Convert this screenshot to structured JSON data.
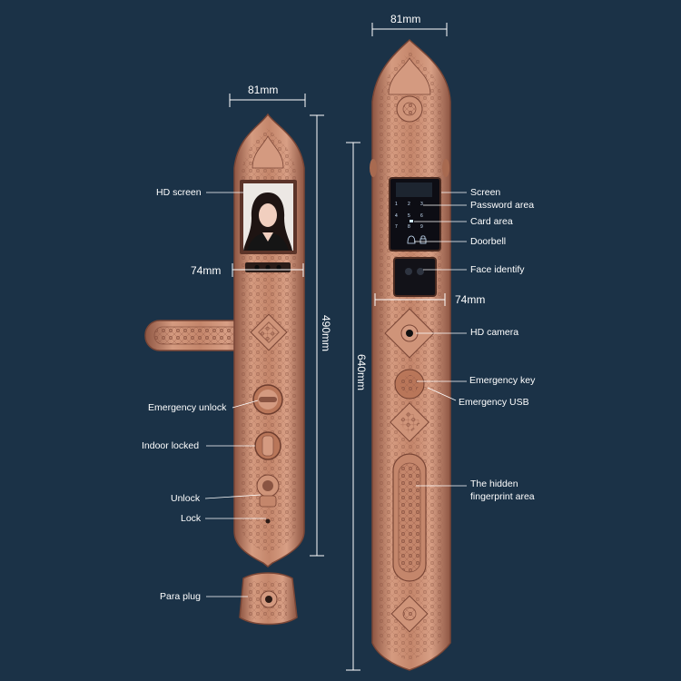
{
  "dimensions": {
    "small_width_top": "81mm",
    "small_width_mid": "74mm",
    "small_height": "490mm",
    "large_width_top": "81mm",
    "large_width_mid": "74mm",
    "large_height": "640mm"
  },
  "labels_small": {
    "hd_screen": "HD screen",
    "emergency_unlock": "Emergency unlock",
    "indoor_locked": "Indoor locked",
    "unlock": "Unlock",
    "lock": "Lock",
    "para_plug": "Para plug"
  },
  "labels_large": {
    "screen": "Screen",
    "password_area": "Password area",
    "card_area": "Card area",
    "doorbell": "Doorbell",
    "face_identify": "Face identify",
    "hd_camera": "HD camera",
    "emergency_key": "Emergency key",
    "emergency_usb": "Emergency USB",
    "hidden_fingerprint_1": "The hidden",
    "hidden_fingerprint_2": "fingerprint area"
  },
  "keypad": [
    "1",
    "2",
    "3",
    "4",
    "5",
    "6",
    "7",
    "8",
    "9"
  ],
  "colors": {
    "background": "#1b3247",
    "metal": "#c0836b",
    "metal_dark": "#8a5442",
    "metal_light": "#e0ab92",
    "screen": "#0d0d14"
  }
}
